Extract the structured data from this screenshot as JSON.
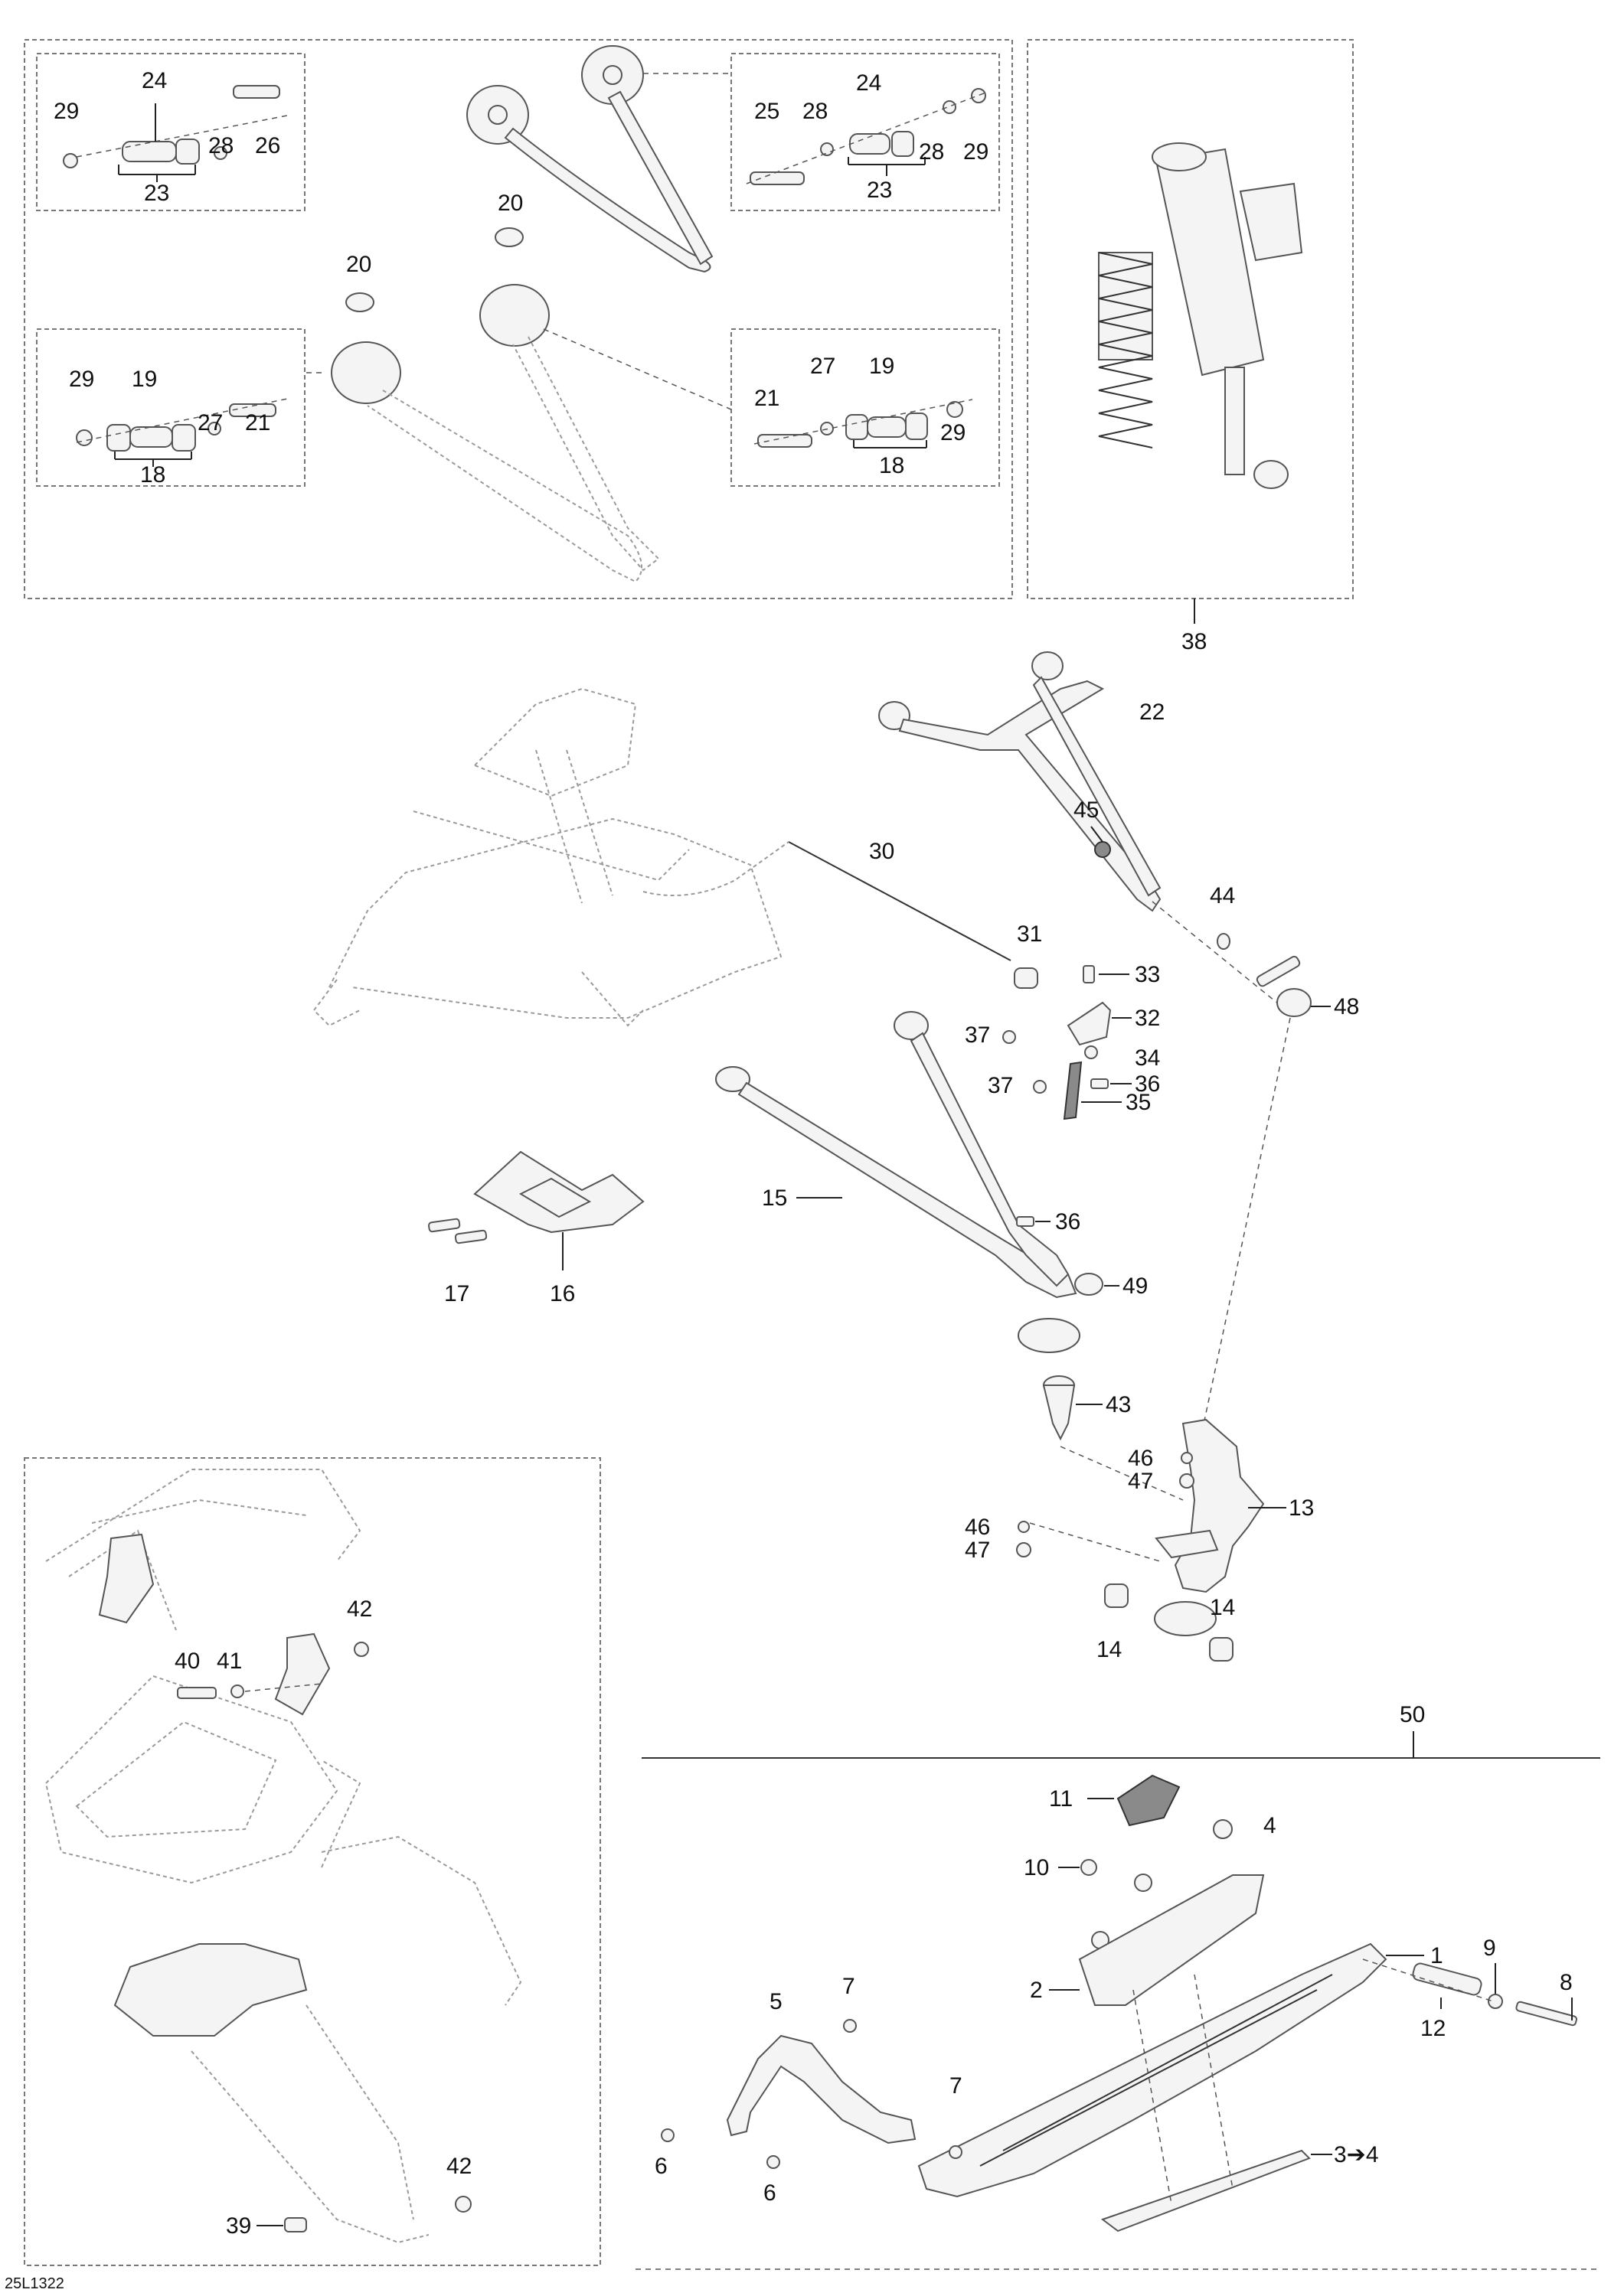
{
  "figure_code": "25L1322",
  "group_labels": {
    "upper_arm_kit": "38",
    "ski_assembly": "50"
  },
  "callouts": {
    "c29a": "29",
    "c24a": "24",
    "c28a": "28",
    "c26": "26",
    "c23a": "23",
    "c25": "25",
    "c28b": "28",
    "c24b": "24",
    "c28c": "28",
    "c29b": "29",
    "c23b": "23",
    "c20a": "20",
    "c20b": "20",
    "c29c": "29",
    "c19a": "19",
    "c27a": "27",
    "c21a": "21",
    "c18a": "18",
    "c21b": "21",
    "c27b": "27",
    "c19b": "19",
    "c29d": "29",
    "c18b": "18",
    "c22": "22",
    "c45": "45",
    "c30": "30",
    "c44": "44",
    "c31": "31",
    "c33": "33",
    "c32": "32",
    "c37a": "37",
    "c34": "34",
    "c37b": "37",
    "c36a": "36",
    "c35": "35",
    "c48": "48",
    "c17": "17",
    "c16": "16",
    "c15": "15",
    "c36b": "36",
    "c49": "49",
    "c43": "43",
    "c46a": "46",
    "c47a": "47",
    "c13": "13",
    "c46b": "46",
    "c47b": "47",
    "c14a": "14",
    "c14b": "14",
    "c42a": "42",
    "c40": "40",
    "c41": "41",
    "c42b": "42",
    "c39": "39",
    "c11": "11",
    "c4": "4",
    "c10": "10",
    "c1": "1",
    "c2": "2",
    "c5": "5",
    "c7a": "7",
    "c7b": "7",
    "c9": "9",
    "c8": "8",
    "c12": "12",
    "c6a": "6",
    "c6b": "6",
    "c3to4": "3➔4"
  }
}
